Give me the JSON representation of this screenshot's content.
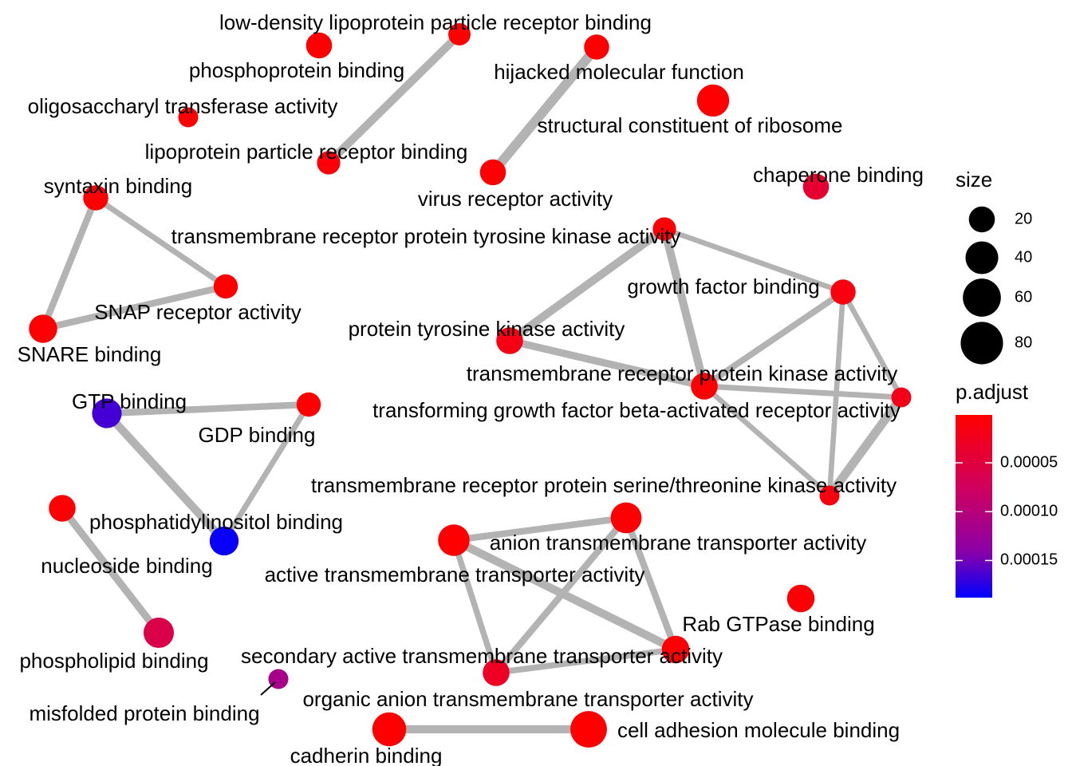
{
  "chart_data": {
    "type": "network",
    "nodes": [
      {
        "id": "low-density lipoprotein particle receptor binding",
        "size": 12,
        "p_adjust": 1e-06
      },
      {
        "id": "phosphoprotein binding",
        "size": 20,
        "p_adjust": 2e-06
      },
      {
        "id": "hijacked molecular function",
        "size": 18,
        "p_adjust": 1e-06
      },
      {
        "id": "oligosaccharyl transferase activity",
        "size": 8,
        "p_adjust": 4e-06
      },
      {
        "id": "structural constituent of ribosome",
        "size": 38,
        "p_adjust": 2e-06
      },
      {
        "id": "lipoprotein particle receptor binding",
        "size": 14,
        "p_adjust": 8e-06
      },
      {
        "id": "virus receptor activity",
        "size": 20,
        "p_adjust": 4e-06
      },
      {
        "id": "chaperone binding",
        "size": 20,
        "p_adjust": 4e-05
      },
      {
        "id": "syntaxin binding",
        "size": 18,
        "p_adjust": 4e-06
      },
      {
        "id": "transmembrane receptor protein tyrosine kinase activity",
        "size": 14,
        "p_adjust": 4e-06
      },
      {
        "id": "SNAP receptor activity",
        "size": 16,
        "p_adjust": 1e-06
      },
      {
        "id": "growth factor binding",
        "size": 18,
        "p_adjust": 1.2e-05
      },
      {
        "id": "SNARE binding",
        "size": 26,
        "p_adjust": 4e-06
      },
      {
        "id": "protein tyrosine kinase activity",
        "size": 22,
        "p_adjust": 1.6e-05
      },
      {
        "id": "transmembrane receptor protein kinase activity",
        "size": 22,
        "p_adjust": 4e-06
      },
      {
        "id": "GTP binding",
        "size": 30,
        "p_adjust": 0.000165
      },
      {
        "id": "transforming growth factor beta-activated receptor activity",
        "size": 8,
        "p_adjust": 2e-05
      },
      {
        "id": "GDP binding",
        "size": 16,
        "p_adjust": 2e-06
      },
      {
        "id": "transmembrane receptor protein serine/threonine kinase activity",
        "size": 8,
        "p_adjust": 1.2e-05
      },
      {
        "id": "phosphatidylinositol binding",
        "size": 28,
        "p_adjust": 0.000185
      },
      {
        "id": "nucleoside binding",
        "size": 22,
        "p_adjust": 2e-06
      },
      {
        "id": "anion transmembrane transporter activity",
        "size": 34,
        "p_adjust": 4e-06
      },
      {
        "id": "active transmembrane transporter activity",
        "size": 36,
        "p_adjust": 2e-06
      },
      {
        "id": "Rab GTPase binding",
        "size": 24,
        "p_adjust": 6e-06
      },
      {
        "id": "phospholipid binding",
        "size": 32,
        "p_adjust": 6e-05
      },
      {
        "id": "secondary active transmembrane transporter activity",
        "size": 24,
        "p_adjust": 2e-06
      },
      {
        "id": "organic anion transmembrane transporter activity",
        "size": 22,
        "p_adjust": 3e-05
      },
      {
        "id": "misfolded protein binding",
        "size": 8,
        "p_adjust": 0.000115
      },
      {
        "id": "cadherin binding",
        "size": 44,
        "p_adjust": 2e-06
      },
      {
        "id": "cell adhesion molecule binding",
        "size": 54,
        "p_adjust": 1e-06
      }
    ],
    "edges": [
      {
        "source": "low-density lipoprotein particle receptor binding",
        "target": "lipoprotein particle receptor binding",
        "weight": 0.8
      },
      {
        "source": "hijacked molecular function",
        "target": "virus receptor activity",
        "weight": 1.0
      },
      {
        "source": "syntaxin binding",
        "target": "SNARE binding",
        "weight": 0.6
      },
      {
        "source": "syntaxin binding",
        "target": "SNAP receptor activity",
        "weight": 0.45
      },
      {
        "source": "SNAP receptor activity",
        "target": "SNARE binding",
        "weight": 0.6
      },
      {
        "source": "transmembrane receptor protein tyrosine kinase activity",
        "target": "protein tyrosine kinase activity",
        "weight": 0.8
      },
      {
        "source": "transmembrane receptor protein tyrosine kinase activity",
        "target": "transmembrane receptor protein kinase activity",
        "weight": 0.8
      },
      {
        "source": "transmembrane receptor protein tyrosine kinase activity",
        "target": "growth factor binding",
        "weight": 0.4
      },
      {
        "source": "protein tyrosine kinase activity",
        "target": "transmembrane receptor protein kinase activity",
        "weight": 0.7
      },
      {
        "source": "transmembrane receptor protein kinase activity",
        "target": "growth factor binding",
        "weight": 0.55
      },
      {
        "source": "transmembrane receptor protein kinase activity",
        "target": "transforming growth factor beta-activated receptor activity",
        "weight": 0.45
      },
      {
        "source": "transmembrane receptor protein kinase activity",
        "target": "transmembrane receptor protein serine/threonine kinase activity",
        "weight": 0.4
      },
      {
        "source": "growth factor binding",
        "target": "transforming growth factor beta-activated receptor activity",
        "weight": 0.4
      },
      {
        "source": "growth factor binding",
        "target": "transmembrane receptor protein serine/threonine kinase activity",
        "weight": 0.4
      },
      {
        "source": "transforming growth factor beta-activated receptor activity",
        "target": "transmembrane receptor protein serine/threonine kinase activity",
        "weight": 0.9
      },
      {
        "source": "GTP binding",
        "target": "GDP binding",
        "weight": 0.6
      },
      {
        "source": "GTP binding",
        "target": "phosphatidylinositol binding",
        "weight": 0.8
      },
      {
        "source": "GDP binding",
        "target": "phosphatidylinositol binding",
        "weight": 0.45
      },
      {
        "source": "nucleoside binding",
        "target": "phospholipid binding",
        "weight": 0.7
      },
      {
        "source": "active transmembrane transporter activity",
        "target": "anion transmembrane transporter activity",
        "weight": 0.6
      },
      {
        "source": "active transmembrane transporter activity",
        "target": "secondary active transmembrane transporter activity",
        "weight": 0.8
      },
      {
        "source": "active transmembrane transporter activity",
        "target": "organic anion transmembrane transporter activity",
        "weight": 0.5
      },
      {
        "source": "anion transmembrane transporter activity",
        "target": "secondary active transmembrane transporter activity",
        "weight": 0.6
      },
      {
        "source": "anion transmembrane transporter activity",
        "target": "organic anion transmembrane transporter activity",
        "weight": 0.6
      },
      {
        "source": "organic anion transmembrane transporter activity",
        "target": "secondary active transmembrane transporter activity",
        "weight": 0.5
      },
      {
        "source": "cadherin binding",
        "target": "cell adhesion molecule binding",
        "weight": 0.8
      }
    ],
    "legend": {
      "size": {
        "title": "size",
        "breaks": [
          20,
          40,
          60,
          80
        ]
      },
      "color": {
        "title": "p.adjust",
        "breaks": [
          "0.00005",
          "0.00010",
          "0.00015"
        ],
        "low_color": "#FF0000",
        "high_color": "#0000FF",
        "range": [
          1e-06,
          0.000188
        ]
      },
      "placement": "right"
    },
    "edge_color": "#B3B3B3",
    "grid": false
  }
}
